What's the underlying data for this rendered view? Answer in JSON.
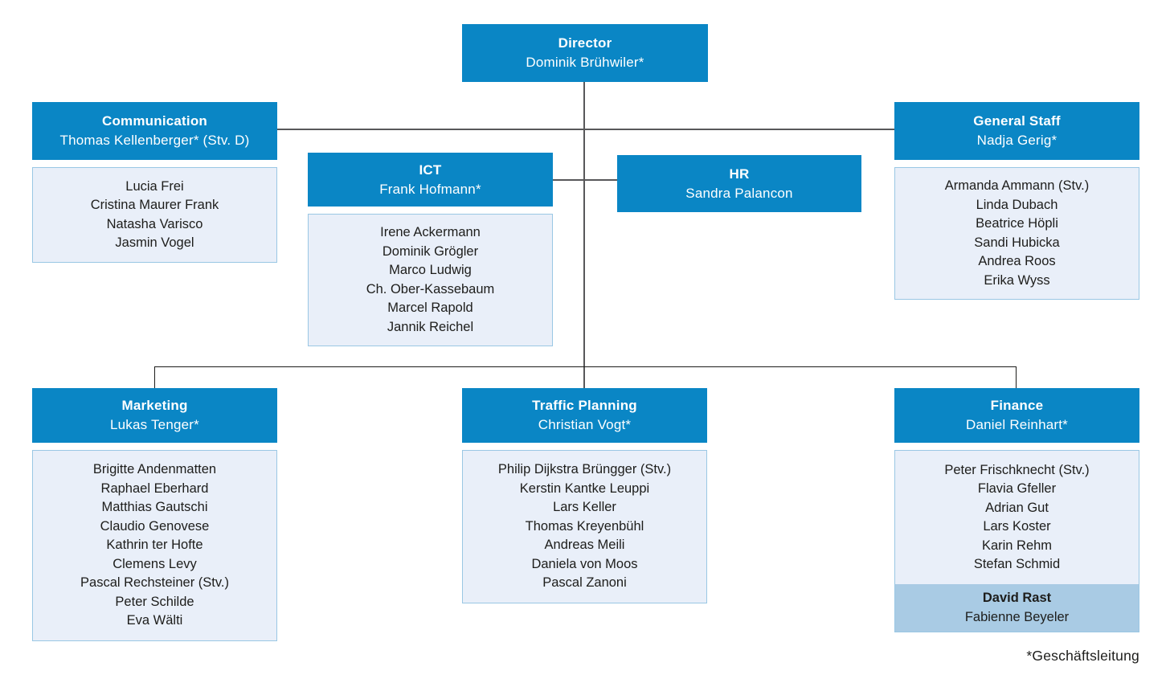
{
  "colors": {
    "header_bg": "#0a86c5",
    "member_bg": "#e9eff9",
    "member_border": "#9ac7e4",
    "highlight_bg": "#a9cbe4",
    "connector_gray": "#58585a",
    "connector_black": "#1d1d1b"
  },
  "footnote": "*Geschäftsleitung",
  "org": {
    "director": {
      "title": "Director",
      "lead": "Dominik Brühwiler*"
    },
    "units": [
      {
        "id": "communication",
        "title": "Communication",
        "lead": "Thomas Kellenberger* (Stv. D)",
        "members": [
          "Lucia Frei",
          "Cristina Maurer Frank",
          "Natasha Varisco",
          "Jasmin Vogel"
        ]
      },
      {
        "id": "ict",
        "title": "ICT",
        "lead": "Frank Hofmann*",
        "members": [
          "Irene Ackermann",
          "Dominik Grögler",
          "Marco Ludwig",
          "Ch. Ober-Kassebaum",
          "Marcel Rapold",
          "Jannik Reichel"
        ]
      },
      {
        "id": "hr",
        "title": "HR",
        "lead": "Sandra Palancon",
        "members": []
      },
      {
        "id": "general-staff",
        "title": "General Staff",
        "lead": "Nadja Gerig*",
        "members": [
          "Armanda Ammann (Stv.)",
          "Linda Dubach",
          "Beatrice Höpli",
          "Sandi Hubicka",
          "Andrea Roos",
          "Erika Wyss"
        ]
      },
      {
        "id": "marketing",
        "title": "Marketing",
        "lead": "Lukas Tenger*",
        "members": [
          "Brigitte Andenmatten",
          "Raphael Eberhard",
          "Matthias Gautschi",
          "Claudio Genovese",
          "Kathrin ter Hofte",
          "Clemens Levy",
          "Pascal Rechsteiner (Stv.)",
          "Peter Schilde",
          "Eva Wälti"
        ]
      },
      {
        "id": "traffic-planning",
        "title": "Traffic Planning",
        "lead": "Christian Vogt*",
        "members": [
          "Philip Dijkstra Brüngger (Stv.)",
          "Kerstin Kantke Leuppi",
          "Lars Keller",
          "Thomas Kreyenbühl",
          "Andreas Meili",
          "Daniela von Moos",
          "Pascal Zanoni"
        ]
      },
      {
        "id": "finance",
        "title": "Finance",
        "lead": "Daniel Reinhart*",
        "members": [
          "Peter Frischknecht (Stv.)",
          "Flavia Gfeller",
          "Adrian Gut",
          "Lars Koster",
          "Karin Rehm",
          "Stefan Schmid"
        ],
        "highlight_members": [
          "David Rast",
          "Fabienne Beyeler"
        ]
      }
    ]
  }
}
